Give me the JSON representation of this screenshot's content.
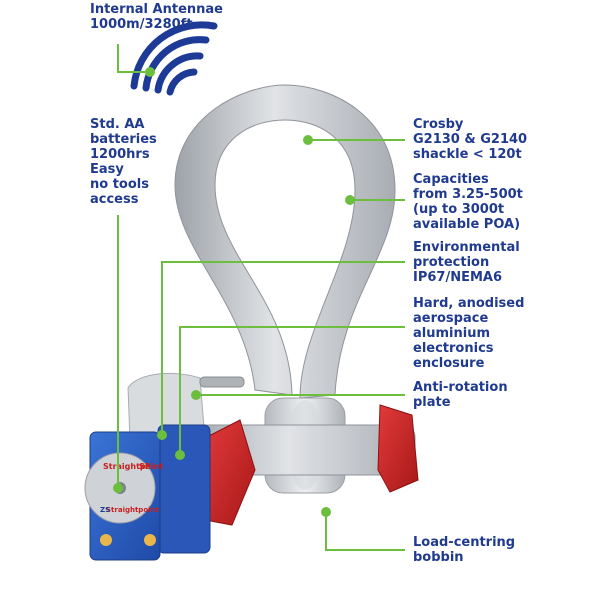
{
  "callouts": {
    "antennae": "Internal Antennae\n1000m/3280ft",
    "batteries": "Std. AA\nbatteries\n1200hrs\nEasy\nno tools\naccess",
    "shackle": "Crosby\nG2130 & G2140\nshackle < 120t",
    "capacities": "Capacities\nfrom 3.25-500t\n(up to 3000t\navailable POA)",
    "environmental": "Environmental\nprotection\nIP67/NEMA6",
    "enclosure": "Hard, anodised\naerospace\naluminium\nelectronics\nenclosure",
    "anti_rotation": "Anti-rotation\nplate",
    "bobbin": "Load-centring\nbobbin"
  },
  "device_labels": {
    "brand_top": "Straightpoint",
    "brand_logo": "SP",
    "brand_bottom": "Straightpoint",
    "badge": "ZS"
  },
  "colors": {
    "callout_text": "#1f3a8f",
    "leader_line": "#6cbf3d",
    "wifi_icon": "#1c3a96",
    "shackle": "#c9ccd0",
    "end_caps": "#d62828",
    "enclosure": "#2f63c3"
  }
}
